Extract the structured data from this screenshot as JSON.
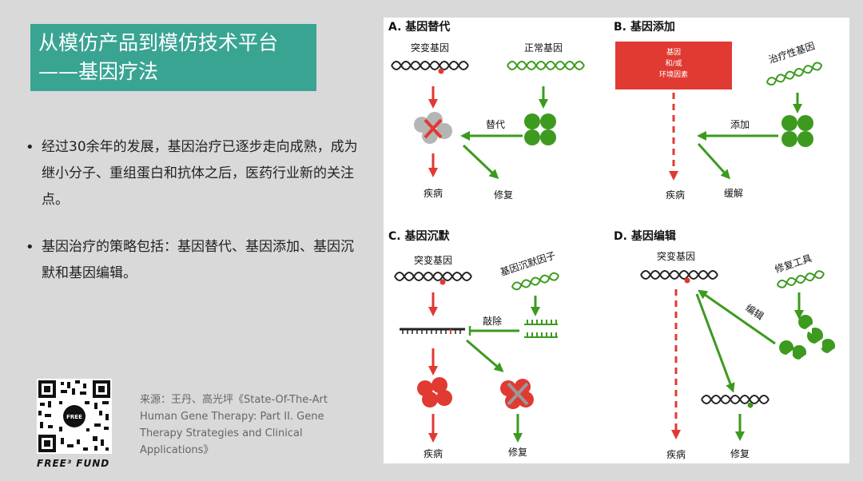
{
  "title": {
    "line1": "从模仿产品到模仿技术平台",
    "line2": "——基因疗法"
  },
  "bullets": [
    "经过30余年的发展，基因治疗已逐步走向成熟，成为继小分子、重组蛋白和抗体之后，医药行业新的关注点。",
    "基因治疗的策略包括：基因替代、基因添加、基因沉默和基因编辑。"
  ],
  "source": "来源：王丹、高光坪《State-Of-The-Art Human Gene Therapy: Part II. Gene Therapy Strategies and Clinical Applications》",
  "brand": {
    "name": "FREE³ FUND",
    "qr_center": "FREE"
  },
  "colors": {
    "title_bg": "#3aa493",
    "red": "#e03a33",
    "green": "#3d9a1f",
    "dark": "#222222"
  },
  "diagram": {
    "A": {
      "heading": "A. 基因替代",
      "mutant": "突变基因",
      "normal": "正常基因",
      "action": "替代",
      "disease": "疾病",
      "repair": "修复"
    },
    "B": {
      "heading": "B. 基因添加",
      "box_line1": "基因",
      "box_line2": "和/或",
      "box_line3": "环境因素",
      "therapy": "治疗性基因",
      "action": "添加",
      "disease": "疾病",
      "relief": "缓解"
    },
    "C": {
      "heading": "C. 基因沉默",
      "mutant": "突变基因",
      "silencer": "基因沉默因子",
      "action": "敲除",
      "disease": "疾病",
      "repair": "修复"
    },
    "D": {
      "heading": "D. 基因编辑",
      "mutant": "突变基因",
      "tool": "修复工具",
      "action": "编辑",
      "disease": "疾病",
      "repair": "修复"
    }
  }
}
